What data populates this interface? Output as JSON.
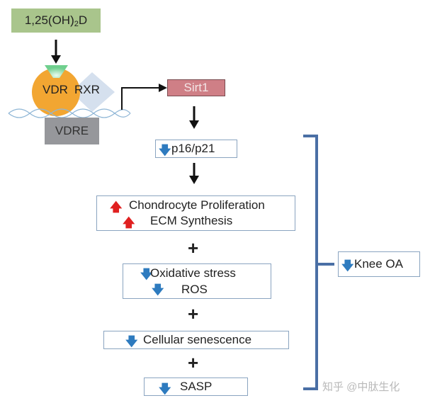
{
  "ligand": {
    "label_main": "1,25(OH)",
    "label_sub": "2",
    "label_end": "D",
    "color": "#a9c58c"
  },
  "receptor": {
    "vdr": "VDR",
    "rxr": "RXR",
    "vdre": "VDRE",
    "vdr_color": "#f2a632",
    "rxr_color": "#d5e0ee",
    "ligand_pocket_color": "#6fcf8e"
  },
  "target_gene": {
    "label": "Sirt1",
    "color": "#cf7f86"
  },
  "pathway": [
    {
      "id": "p16p21",
      "arrows": [
        "down"
      ],
      "lines": [
        "p16/p21"
      ]
    },
    {
      "id": "chondro",
      "arrows": [
        "up",
        "up"
      ],
      "lines": [
        "Chondrocyte Proliferation",
        "ECM Synthesis"
      ]
    },
    {
      "id": "oxidative",
      "arrows": [
        "down",
        "down"
      ],
      "lines": [
        "Oxidative stress",
        "ROS"
      ]
    },
    {
      "id": "senescence",
      "arrows": [
        "down"
      ],
      "lines": [
        "Cellular  senescence"
      ]
    },
    {
      "id": "sasp",
      "arrows": [
        "down"
      ],
      "lines": [
        "SASP"
      ]
    }
  ],
  "connectors": {
    "plus": "+"
  },
  "outcome": {
    "arrow": "down",
    "label": "Knee OA",
    "bracket_color": "#4a6fa5"
  },
  "colors": {
    "up_arrow": "#e02020",
    "down_arrow": "#2e7bbf",
    "box_border": "#8aa4c0"
  },
  "watermark": "知乎 @中肽生化"
}
